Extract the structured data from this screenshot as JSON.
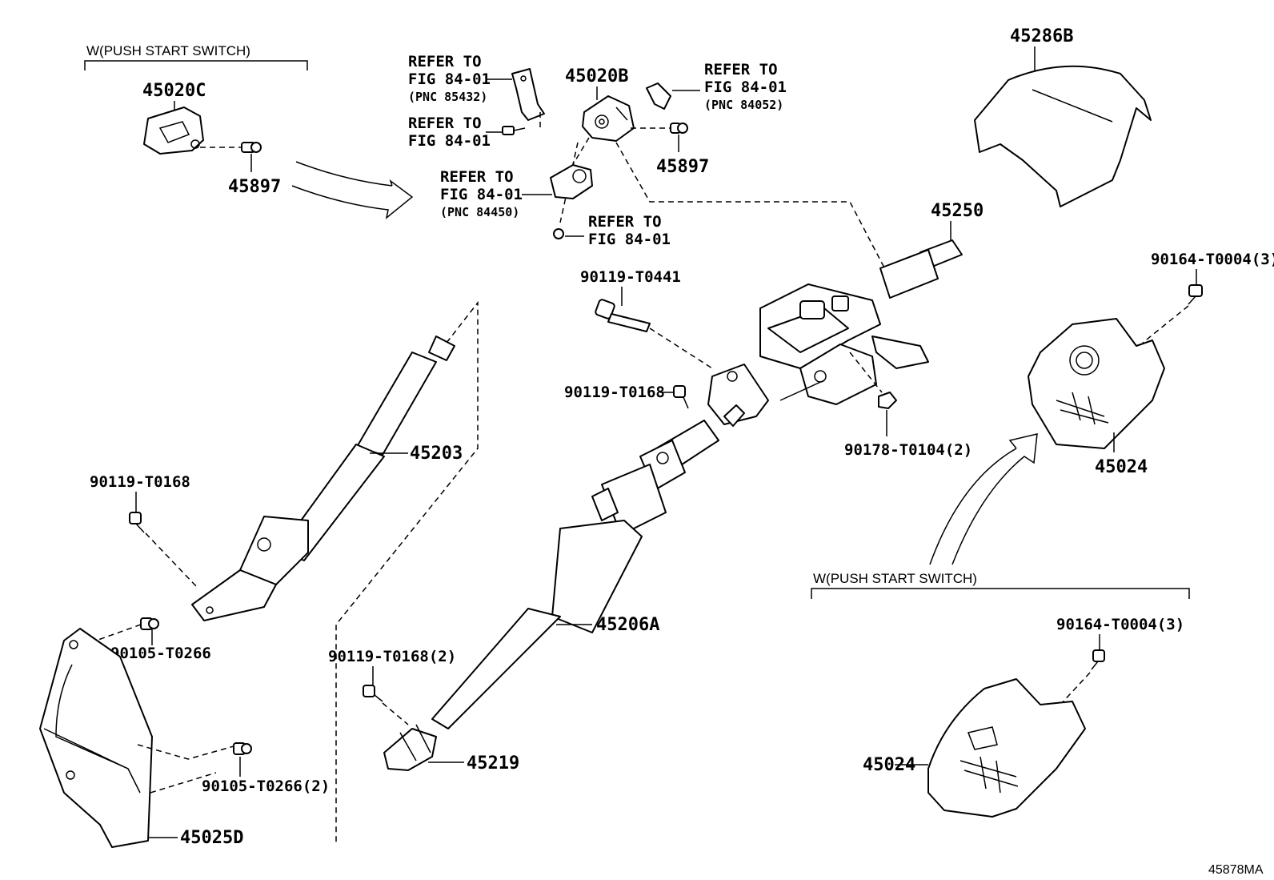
{
  "callouts": {
    "push_start_switch_1": "W(PUSH START SWITCH)",
    "push_start_switch_2": "W(PUSH START SWITCH)",
    "refer_1_line1": "REFER TO",
    "refer_1_line2": "FIG 84-01",
    "refer_1_pnc": "(PNC 85432)",
    "refer_2_line1": "REFER TO",
    "refer_2_line2": "FIG 84-01",
    "refer_3_line1": "REFER TO",
    "refer_3_line2": "FIG 84-01",
    "refer_3_pnc": "(PNC 84450)",
    "refer_4_line1": "REFER TO",
    "refer_4_line2": "FIG 84-01",
    "refer_5_line1": "REFER TO",
    "refer_5_line2": "FIG 84-01",
    "refer_5_pnc": "(PNC 84052)"
  },
  "parts": {
    "p45020C": "45020C",
    "p45897_a": "45897",
    "p45020B": "45020B",
    "p45897_b": "45897",
    "p45286B": "45286B",
    "p45250": "45250",
    "p90119_T0441": "90119-T0441",
    "p90164_T0004_a": "90164-T0004(3)",
    "p90119_T0168_a": "90119-T0168",
    "p90178_T0104": "90178-T0104(2)",
    "p45203": "45203",
    "p90119_T0168_b": "90119-T0168",
    "p45024_a": "45024",
    "p90105_T0266": "90105-T0266",
    "p45206A": "45206A",
    "p90164_T0004_b": "90164-T0004(3)",
    "p90119_T0168_c": "90119-T0168(2)",
    "p45219": "45219",
    "p45024_b": "45024",
    "p90105_T0266_2": "90105-T0266(2)",
    "p45025D": "45025D"
  },
  "figure_code": "45878MA"
}
